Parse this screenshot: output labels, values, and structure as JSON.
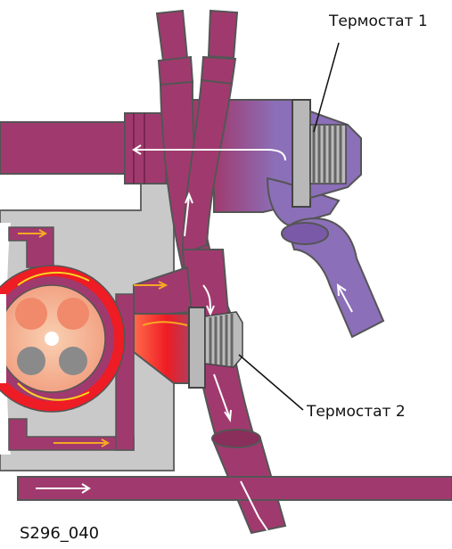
{
  "labels": {
    "thermostat_1": "Термостат 1",
    "thermostat_2": "Термостат 2",
    "figure_id": "S296_040"
  },
  "colors": {
    "coolant_warm": "#a03a6e",
    "coolant_cool": "#8b6fb8",
    "coolant_hot": "#ee1c24",
    "housing": "#c9c9c9",
    "flow_arrow": "#ffffff",
    "hot_flow_arrow": "#f7a823"
  }
}
